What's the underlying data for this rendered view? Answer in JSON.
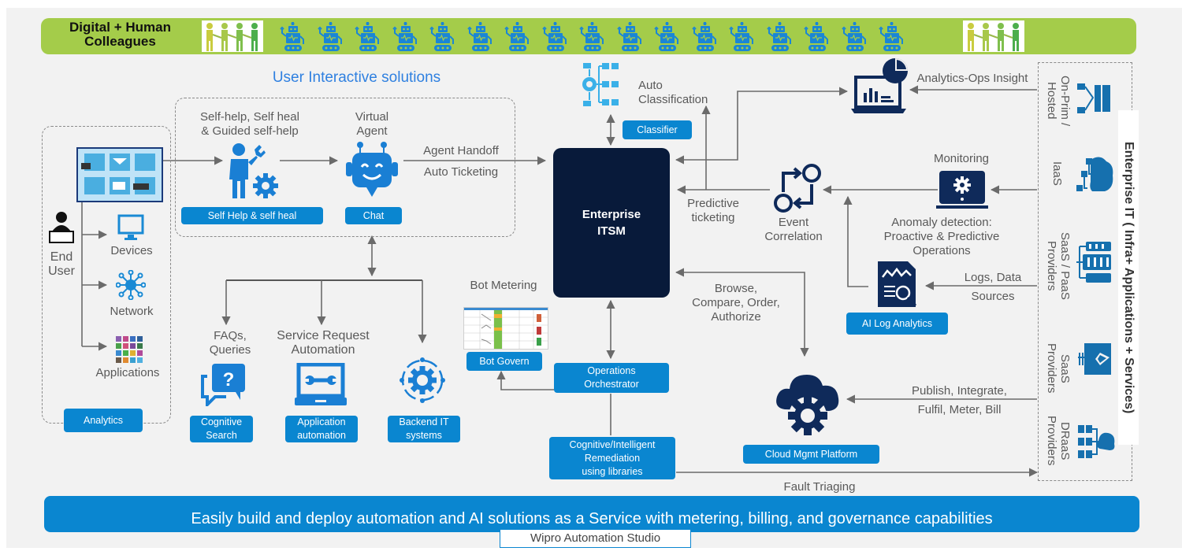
{
  "top_bar": {
    "title": "Digital + Human Colleagues",
    "title_line1": "Digital + Human",
    "title_line2": "Colleagues",
    "robot_count": 17,
    "people_groups": 2,
    "color": "#a4cc4a"
  },
  "colors": {
    "accent_blue": "#0a86d0",
    "navy": "#081a3a",
    "icon_blue": "#2f80e0",
    "arrow_gray": "#6b6b6b",
    "background": "#f2f2f2"
  },
  "end_user": {
    "label_line1": "End",
    "label_line2": "User",
    "items": [
      {
        "label": "Devices",
        "icon": "monitor-icon"
      },
      {
        "label": "Network",
        "icon": "network-icon"
      },
      {
        "label": "Applications",
        "icon": "apps-grid-icon"
      }
    ],
    "analytics_button": "Analytics"
  },
  "user_interactive": {
    "title": "User Interactive solutions",
    "self_help_heading_line1": "Self-help, Self heal",
    "self_help_heading_line2": "& Guided self-help",
    "self_help_button": "Self Help & self heal",
    "virtual_agent_line1": "Virtual",
    "virtual_agent_line2": "Agent",
    "chat_button": "Chat",
    "handoff_label": "Agent Handoff",
    "ticketing_label": "Auto Ticketing"
  },
  "automation": {
    "faq_line1": "FAQs,",
    "faq_line2": "Queries",
    "cognitive_search_line1": "Cognitive",
    "cognitive_search_line2": "Search",
    "srq_line1": "Service Request",
    "srq_line2": "Automation",
    "app_auto_line1": "Application",
    "app_auto_line2": "automation",
    "backend_line1": "Backend IT",
    "backend_line2": "systems"
  },
  "center": {
    "itsm_line1": "Enterprise",
    "itsm_line2": "ITSM",
    "auto_class_line1": "Auto",
    "auto_class_line2": "Classification",
    "classifier_button": "Classifier",
    "bot_metering": "Bot Metering",
    "bot_govern_button": "Bot Govern",
    "ops_orch_line1": "Operations",
    "ops_orch_line2": "Orchestrator",
    "remediation_line1": "Cognitive/Intelligent",
    "remediation_line2": "Remediation",
    "remediation_line3": "using libraries",
    "fault_triaging": "Fault Triaging"
  },
  "right": {
    "analytics_ops": "Analytics-Ops Insight",
    "predictive_line1": "Predictive",
    "predictive_line2": "ticketing",
    "event_line1": "Event",
    "event_line2": "Correlation",
    "monitoring": "Monitoring",
    "anomaly_line1": "Anomaly detection:",
    "anomaly_line2": "Proactive & Predictive",
    "anomaly_line3": "Operations",
    "logs_line1": "Logs, Data",
    "logs_line2": "Sources",
    "ai_log_button": "AI Log Analytics",
    "browse_line1": "Browse,",
    "browse_line2": "Compare, Order,",
    "browse_line3": "Authorize",
    "publish_line1": "Publish, Integrate,",
    "publish_line2": "Fulfil, Meter, Bill",
    "cloud_mgmt_button": "Cloud Mgmt Platform"
  },
  "enterprise_it": {
    "title": "Enterprise IT ( Infra+ Applications + Services)",
    "providers": [
      {
        "line1": "On-Prim /",
        "line2": "Hosted"
      },
      {
        "line1": "IaaS",
        "line2": ""
      },
      {
        "line1": "SaaS / PaaS",
        "line2": "Providers"
      },
      {
        "line1": "SaaS",
        "line2": "Providers"
      },
      {
        "line1": "DRaaS",
        "line2": "Providers"
      }
    ]
  },
  "footer": {
    "banner": "Easily build and deploy automation and AI solutions as a Service with metering, billing, and  governance capabilities",
    "studio": "Wipro Automation Studio"
  }
}
